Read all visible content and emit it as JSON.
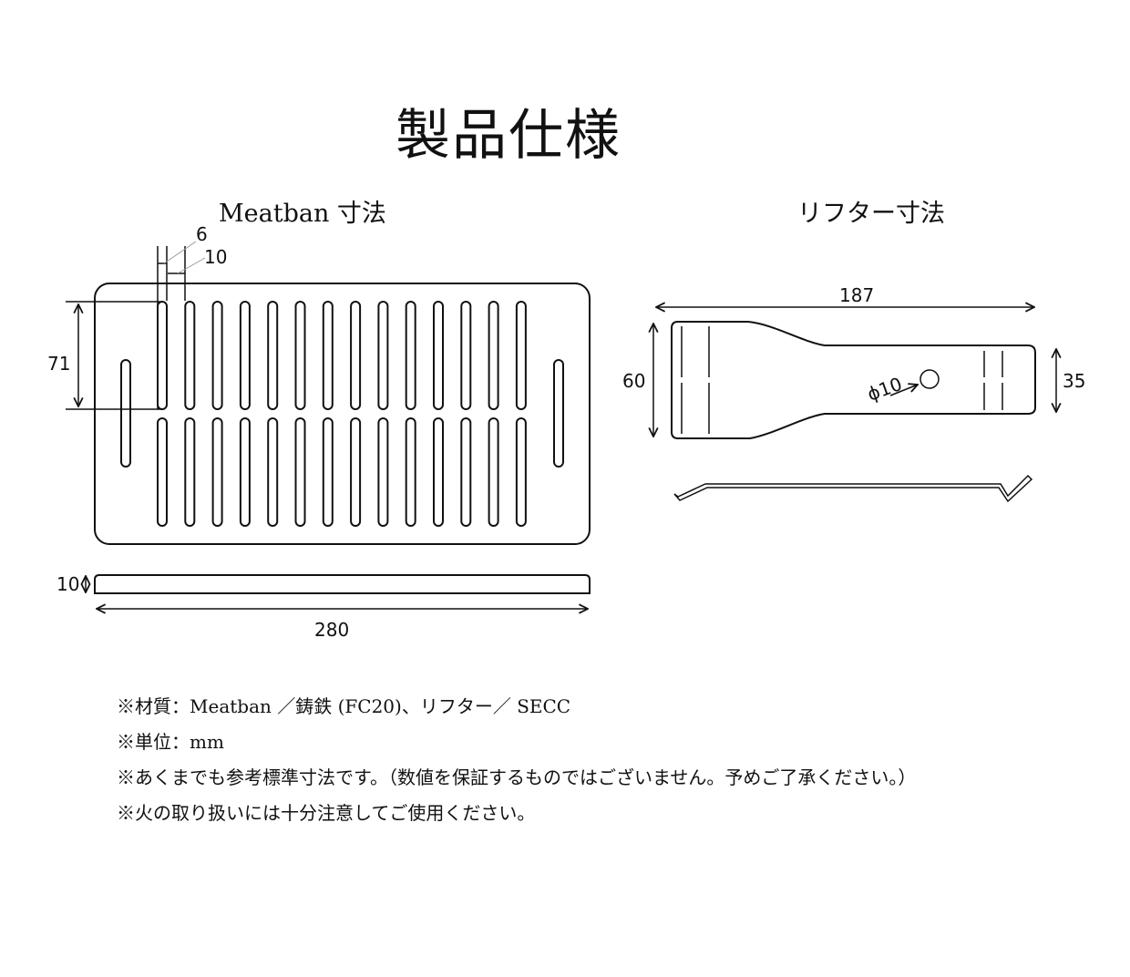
{
  "title": "製品仕様",
  "meatban": {
    "heading": "Meatban 寸法",
    "dims": {
      "slot_width": "6",
      "slot_pitch": "10",
      "slot_length": "71",
      "thickness": "10",
      "width": "280"
    }
  },
  "lifter": {
    "heading": "リフター寸法",
    "dims": {
      "length": "187",
      "head_width": "60",
      "handle_width": "35",
      "hole": "ϕ10"
    }
  },
  "notes": [
    "※材質：Meatban ／鋳鉄 (FC20)、リフター／ SECC",
    "※単位：mm",
    "※あくまでも参考標準寸法です。（数値を保証するものではございません。予めご了承ください。）",
    "※火の取り扱いには十分注意してご使用ください。"
  ]
}
